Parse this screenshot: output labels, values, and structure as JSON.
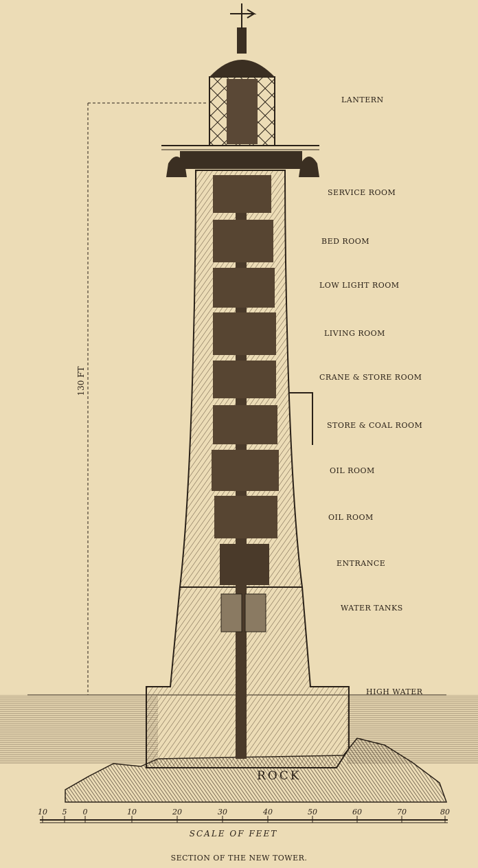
{
  "caption": "SECTION OF THE NEW TOWER.",
  "height_label": "130 FT",
  "rooms": [
    {
      "key": "lantern",
      "label": "LANTERN"
    },
    {
      "key": "service",
      "label": "SERVICE ROOM"
    },
    {
      "key": "bed",
      "label": "BED ROOM"
    },
    {
      "key": "lowlight",
      "label": "LOW LIGHT ROOM"
    },
    {
      "key": "living",
      "label": "LIVING ROOM"
    },
    {
      "key": "crane",
      "label": "CRANE & STORE ROOM"
    },
    {
      "key": "storecoal",
      "label": "STORE & COAL ROOM"
    },
    {
      "key": "oil1",
      "label": "OIL ROOM"
    },
    {
      "key": "oil2",
      "label": "OIL ROOM"
    },
    {
      "key": "entrance",
      "label": "ENTRANCE"
    },
    {
      "key": "water",
      "label": "WATER TANKS"
    }
  ],
  "high_water_label": "HIGH WATER",
  "rock_label": "ROCK",
  "scale": {
    "title": "SCALE OF FEET",
    "ticks": [
      "10",
      "5",
      "0",
      "10",
      "20",
      "30",
      "40",
      "50",
      "60",
      "70",
      "80"
    ]
  },
  "colors": {
    "paper": "#ecdcb6",
    "ink": "#2a2118"
  }
}
